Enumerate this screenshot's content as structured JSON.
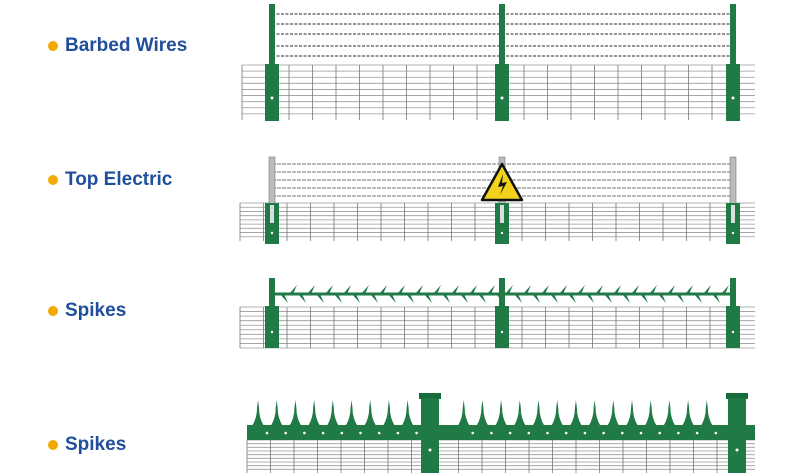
{
  "colors": {
    "label": "#1f4e9c",
    "bullet": "#f2a900",
    "post": "#1f7a45",
    "mesh": "#9a9a9a",
    "sign": "#f3d21b"
  },
  "items": [
    {
      "label": "Barbed Wires",
      "type": "barbed"
    },
    {
      "label": "Top Electric",
      "type": "electric"
    },
    {
      "label": "Spikes",
      "type": "spikes-strip"
    },
    {
      "label": "Spikes",
      "type": "spikes-railing"
    }
  ]
}
